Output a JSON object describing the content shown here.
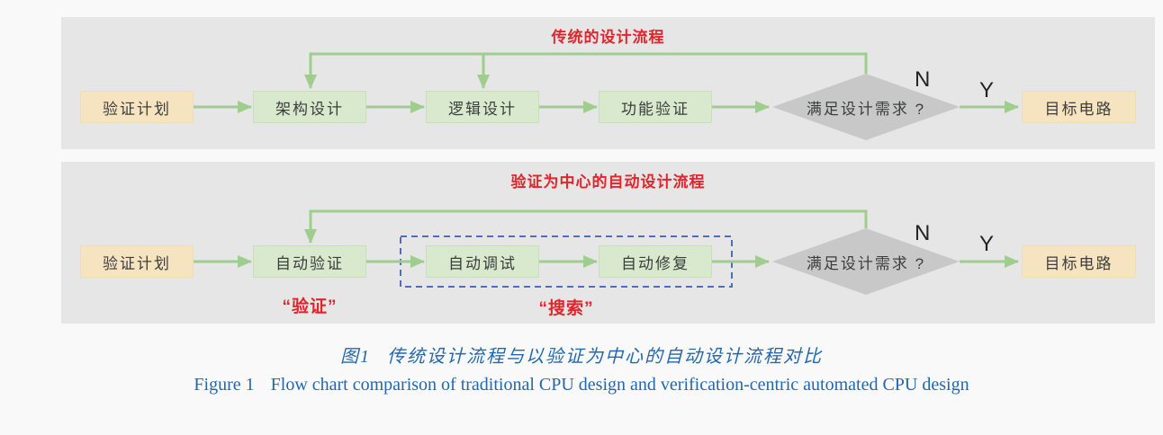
{
  "traditional": {
    "title": "传统的设计流程",
    "plan": "验证计划",
    "step1": "架构设计",
    "step2": "逻辑设计",
    "step3": "功能验证",
    "decision": "满足设计需求 ?",
    "no": "N",
    "yes": "Y",
    "target": "目标电路"
  },
  "automated": {
    "title": "验证为中心的自动设计流程",
    "plan": "验证计划",
    "step1": "自动验证",
    "step2": "自动调试",
    "step3": "自动修复",
    "decision": "满足设计需求 ?",
    "no": "N",
    "yes": "Y",
    "target": "目标电路",
    "verify_label": "“验证”",
    "search_label": "“搜索”"
  },
  "caption": {
    "zh_prefix": "图1",
    "zh_text": "传统设计流程与以验证为中心的自动设计流程对比",
    "en_prefix": "Figure 1",
    "en_text": "Flow chart comparison of traditional CPU design and verification-centric automated CPU design"
  },
  "colors": {
    "accent_red": "#e2242c",
    "caption_blue": "#2368ad",
    "arrow_green": "#9fcd8d",
    "node_green": "#d9e9cd",
    "node_yellow": "#f6e4c0",
    "decision_gray": "#c8c8c9",
    "dashed_blue": "#4a6fbe",
    "panel_gray": "#e6e6e6",
    "page_bg": "#f9f9f9"
  }
}
